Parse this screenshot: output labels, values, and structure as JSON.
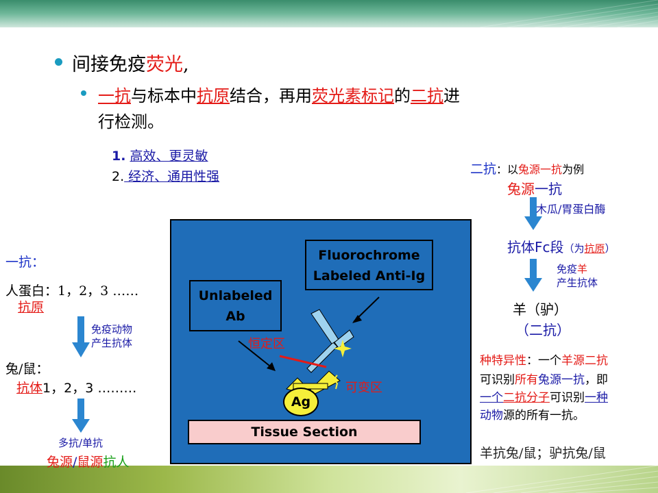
{
  "header": {
    "title_prefix": "间接免疫",
    "title_highlight": "荧光",
    "title_suffix": ",",
    "line2": {
      "p1": "一抗",
      "p2": "与标本中",
      "p3": "抗原",
      "p4": "结合，再用",
      "p5": "荧光素标记",
      "p6": "的",
      "p7": "二抗",
      "p8": "进"
    },
    "line3": "行检测。"
  },
  "advantages": {
    "n1": "1.",
    "t1": "高效、更灵敏",
    "n2": "2.",
    "t2": " 经济、通用性强"
  },
  "left": {
    "primary_label": "一抗：",
    "human_protein": "人蛋白：1，2，3 ……",
    "antigen": "抗原",
    "immunize_1": "免疫动物",
    "immunize_2": "产生抗体",
    "rabbit_mouse": "兔/鼠：",
    "antibody": "抗体",
    "antibody_nums": "1，2，3 ………",
    "poly_mono": "多抗/单抗",
    "src_rabbit": "兔源",
    "src_slash": "/",
    "src_mouse": "鼠源",
    "src_anti": "抗",
    "src_human": "人"
  },
  "diagram": {
    "fluoro_1": "Fluorochrome",
    "fluoro_2": "Labeled Anti-Ig",
    "unlabeled_1": "Unlabeled",
    "unlabeled_2": "Ab",
    "constant_region": "恒定区",
    "variable_region": "可变区",
    "ag": "Ag",
    "tissue": "Tissue Section"
  },
  "right": {
    "secondary_label": "二抗",
    "example_1": "：以",
    "example_2": "兔源",
    "example_3": "一抗",
    "example_4": "为例",
    "rabbit_src": "兔源",
    "primary": "一抗",
    "papain": "木瓜/胃蛋白酶",
    "fc_1": "抗体Fc段",
    "fc_2": "（为",
    "fc_3": "抗原",
    "fc_4": "）",
    "immune_goat_1": "免疫",
    "immune_goat_2": "羊",
    "immune_goat_3": "产生抗体",
    "goat": "羊（驴）",
    "secondary_paren": "（二抗）",
    "spec_1": "种特异性",
    "spec_2": "：一个",
    "spec_3": "羊源二抗",
    "spec_4": "可识别",
    "spec_5": "所有",
    "spec_6": "兔源一抗",
    "spec_7": "，即",
    "spec_8": "一个",
    "spec_9": "二抗分子",
    "spec_10": "可识别",
    "spec_11": "一种",
    "spec_12": "动物",
    "spec_13": "源的所有一抗。",
    "bottom": "羊抗兔/鼠；驴抗兔/鼠"
  },
  "colors": {
    "accent_red": "#e41b17",
    "accent_blue": "#1f35c8",
    "panel_blue": "#1f6db8",
    "arrow_blue": "#2b86d0",
    "antigen_yellow": "#f5ef3a",
    "tissue_pink": "#f9cccc"
  }
}
